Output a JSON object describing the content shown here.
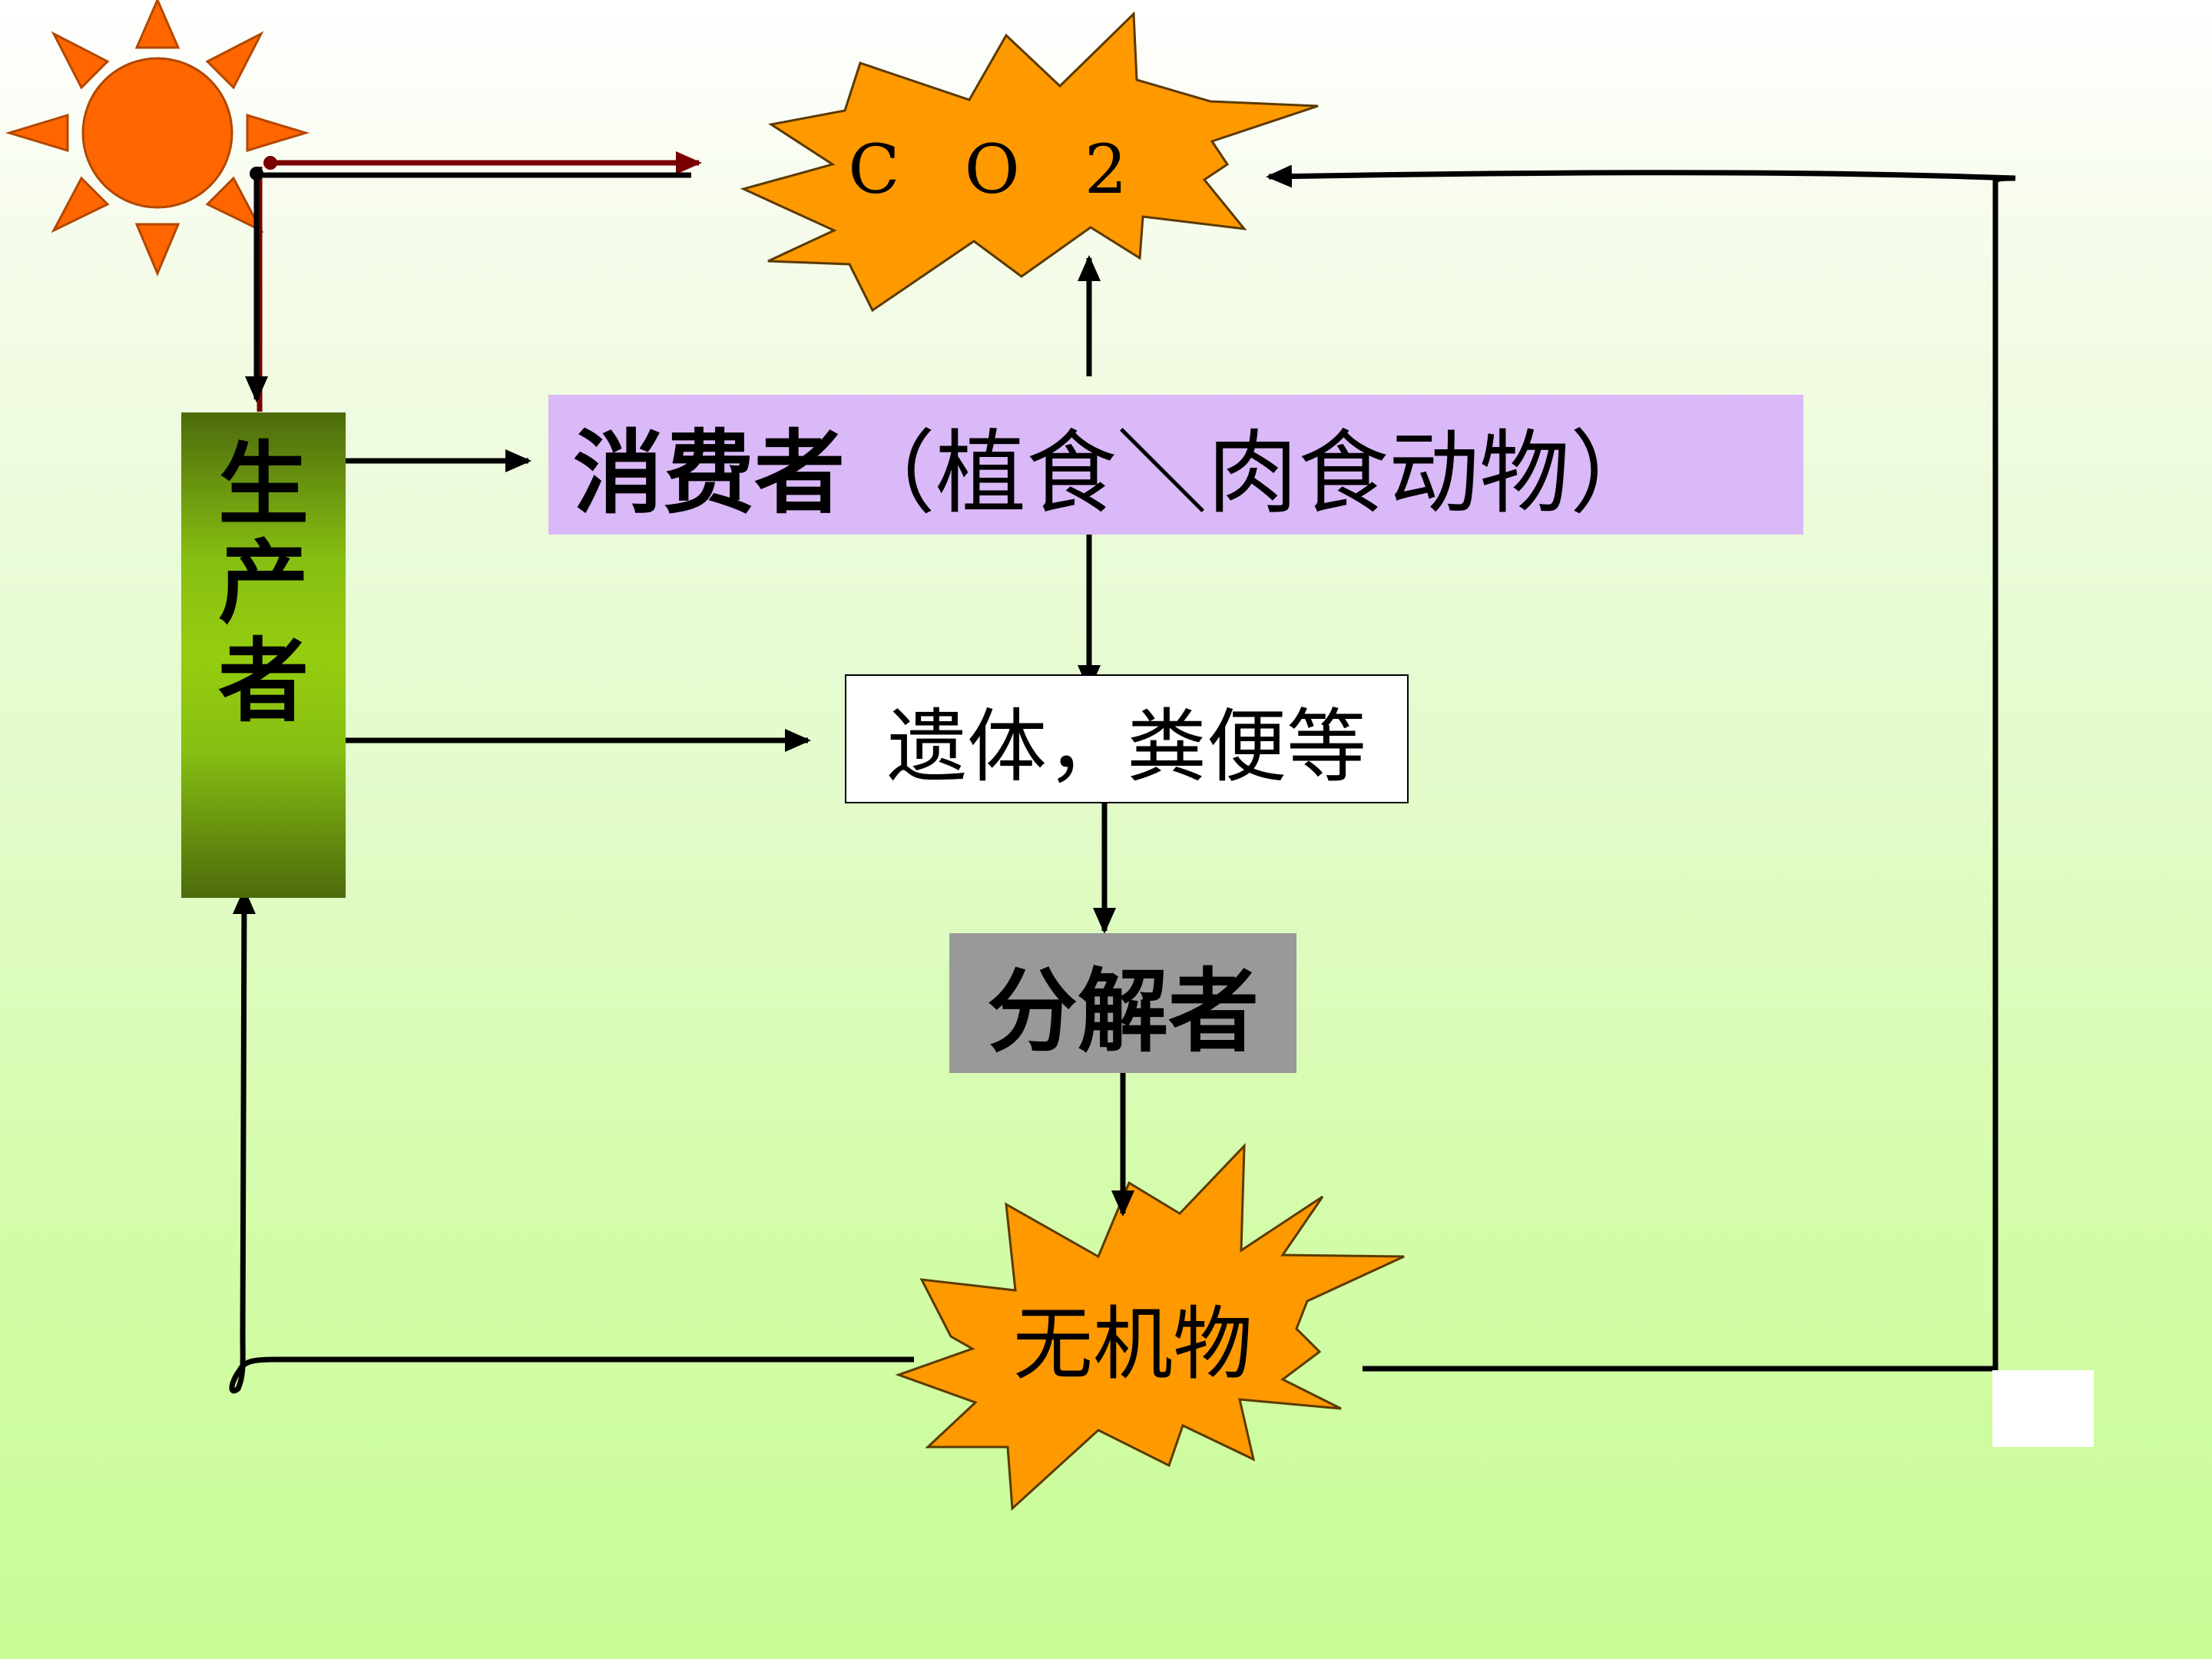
{
  "diagram": {
    "co2": "C O 2",
    "consumer": {
      "bold": "消费者",
      "rest": "（植食＼肉食动物）"
    },
    "remains": "遗体，粪便等",
    "decomposer": "分解者",
    "producer": [
      "生",
      "产",
      "者"
    ],
    "inorganic": "无机物"
  },
  "colors": {
    "sun": "#ff6600",
    "burst": "#ff9900",
    "consumer_box": "#d9b9f7",
    "decomposer_box": "#999999",
    "producer_box": "#8cc414",
    "energy_arrow": "#7a0000"
  }
}
